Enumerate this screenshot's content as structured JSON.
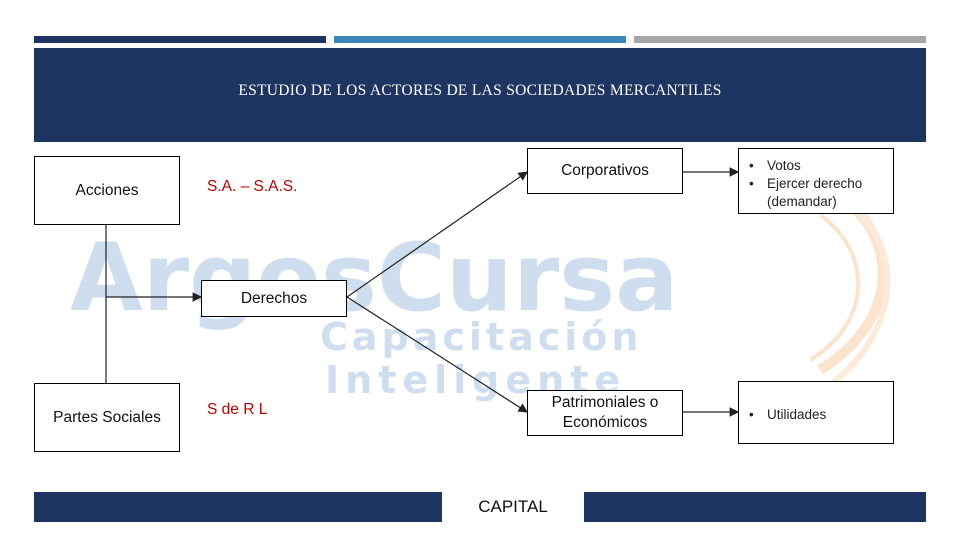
{
  "slide": {
    "title": "ESTUDIO DE LOS ACTORES DE LAS SOCIEDADES MERCANTILES",
    "colors": {
      "header": "#1e3461",
      "bar_dark": "#1e3461",
      "bar_blue": "#3a87b8",
      "bar_gray": "#a6a6a6",
      "red_text": "#c00000"
    }
  },
  "watermark": {
    "brand": "ArgosCursa",
    "line1": "Capacitación",
    "line2": "Inteligente"
  },
  "diagram": {
    "acciones": "Acciones",
    "partes_sociales": "Partes Sociales",
    "sa_sas": "S.A. – S.A.S.",
    "sdrl": "S de R L",
    "derechos": "Derechos",
    "corporativos": "Corporativos",
    "patrimoniales": "Patrimoniales o Económicos",
    "corp_bullets": [
      "Votos",
      "Ejercer derecho (demandar)"
    ],
    "patr_bullets": [
      "Utilidades"
    ],
    "bullet_glyph": "•"
  },
  "footer": {
    "capital": "CAPITAL"
  }
}
